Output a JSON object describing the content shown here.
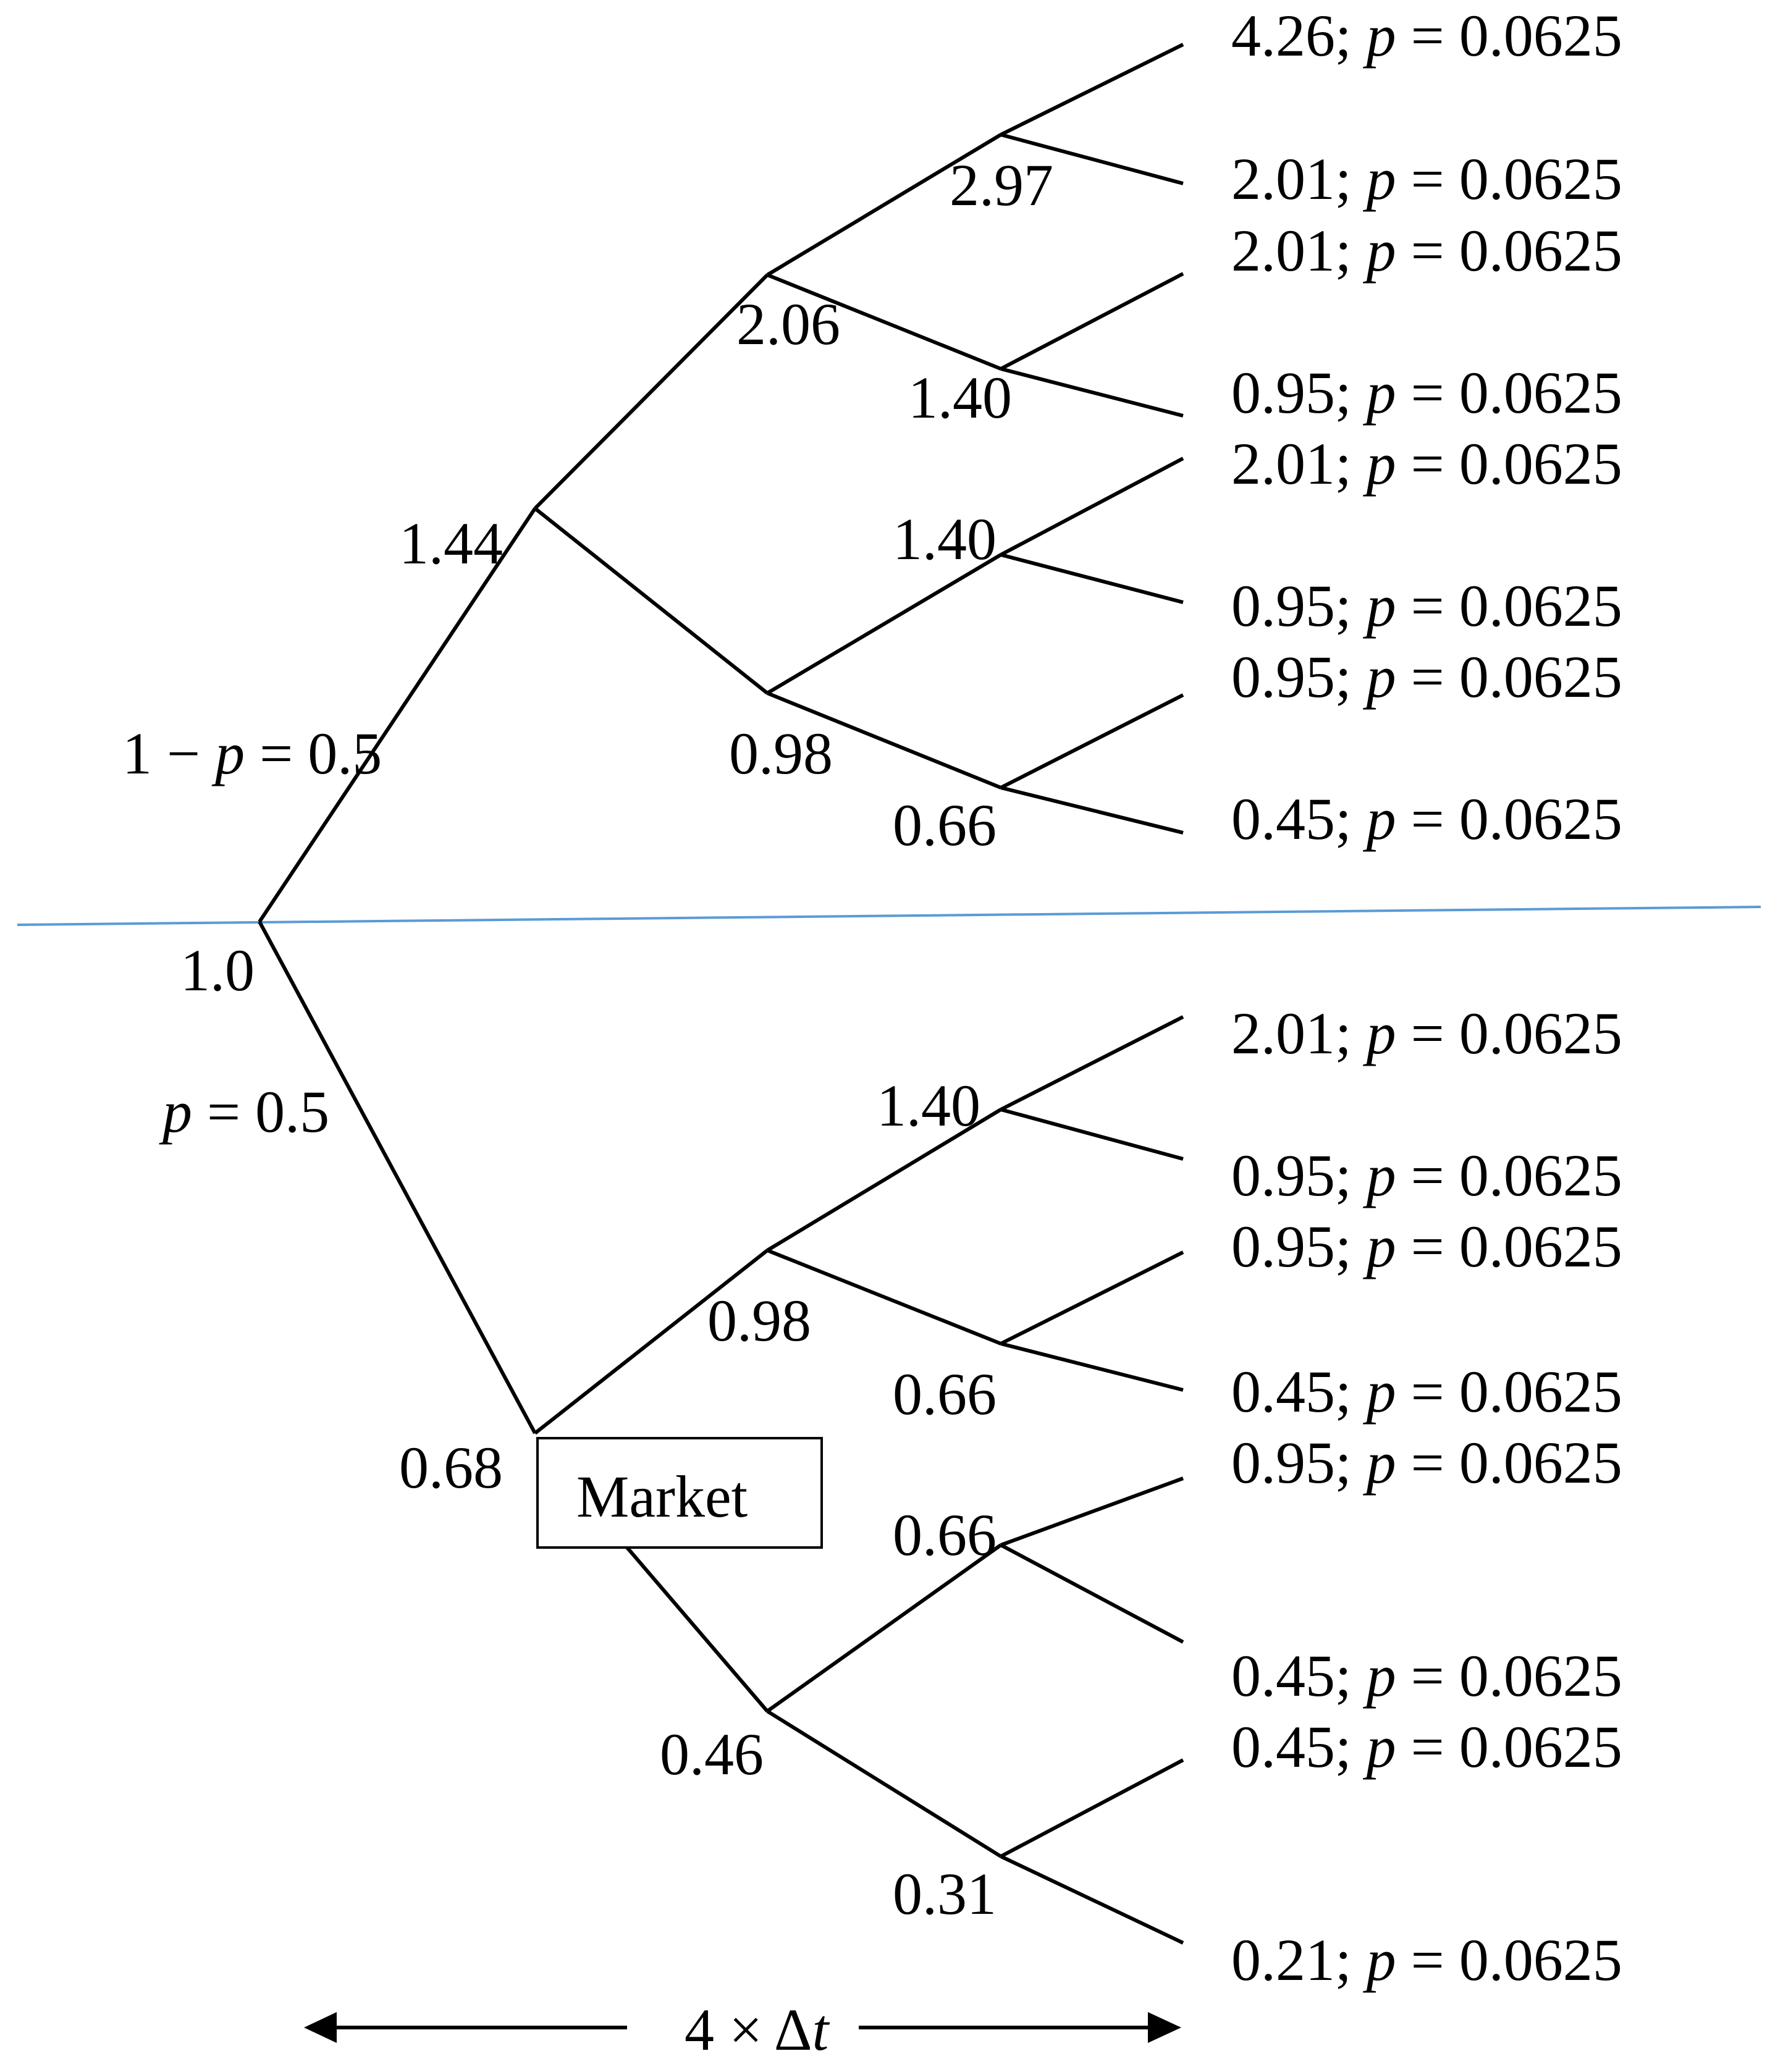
{
  "colors": {
    "line": "#000000",
    "midline": "#5b9bd5",
    "background": "#ffffff"
  },
  "labels": {
    "root": "1.0",
    "up_prob": "1 − p = 0.5",
    "down_prob": "p = 0.5",
    "market_box": "Market",
    "time_axis": "4 × Δt"
  },
  "nodes": {
    "n1_up": "1.44",
    "n1_down": "0.68",
    "n2_uu": "2.06",
    "n2_ud": "0.98",
    "n2_du": "0.98",
    "n2_dd": "0.46",
    "n3_uuu": "2.97",
    "n3_uud": "1.40",
    "n3_udu": "1.40",
    "n3_udd": "0.66",
    "n3_duu": "1.40",
    "n3_dud": "0.66",
    "n3_ddu": "0.66",
    "n3_ddd": "0.31"
  },
  "leaves": [
    {
      "value": "4.26",
      "p": "0.0625"
    },
    {
      "value": "2.01",
      "p": "0.0625"
    },
    {
      "value": "2.01",
      "p": "0.0625"
    },
    {
      "value": "0.95",
      "p": "0.0625"
    },
    {
      "value": "2.01",
      "p": "0.0625"
    },
    {
      "value": "0.95",
      "p": "0.0625"
    },
    {
      "value": "0.95",
      "p": "0.0625"
    },
    {
      "value": "0.45",
      "p": "0.0625"
    },
    {
      "value": "2.01",
      "p": "0.0625"
    },
    {
      "value": "0.95",
      "p": "0.0625"
    },
    {
      "value": "0.95",
      "p": "0.0625"
    },
    {
      "value": "0.45",
      "p": "0.0625"
    },
    {
      "value": "0.95",
      "p": "0.0625"
    },
    {
      "value": "0.45",
      "p": "0.0625"
    },
    {
      "value": "0.45",
      "p": "0.0625"
    },
    {
      "value": "0.21",
      "p": "0.0625"
    }
  ]
}
